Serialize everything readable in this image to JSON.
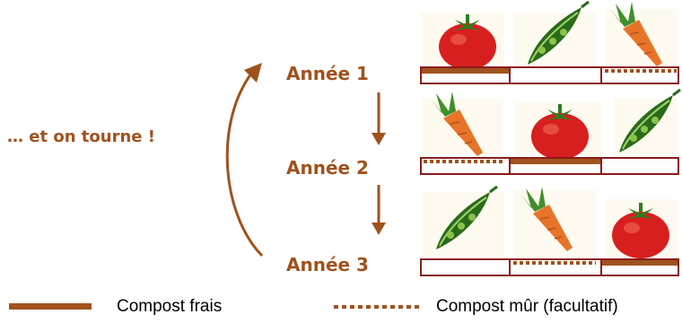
{
  "rotation_label": "… et on tourne !",
  "years": [
    {
      "label": "Année 1",
      "crops": [
        "tomato-icon",
        "peas-icon",
        "carrot-icon"
      ],
      "compost": [
        "frais",
        "none",
        "mur"
      ]
    },
    {
      "label": "Année 2",
      "crops": [
        "carrot-icon",
        "tomato-icon",
        "peas-icon"
      ],
      "compost": [
        "mur",
        "frais",
        "none"
      ]
    },
    {
      "label": "Année 3",
      "crops": [
        "peas-icon",
        "carrot-icon",
        "tomato-icon"
      ],
      "compost": [
        "none",
        "mur",
        "frais"
      ]
    }
  ],
  "legend": {
    "fresh": "Compost frais",
    "mature": "Compost mûr (facultatif)"
  },
  "colors": {
    "accent": "#a0521d",
    "bed_border": "#8b1a1a",
    "compost": "#a0521d"
  }
}
